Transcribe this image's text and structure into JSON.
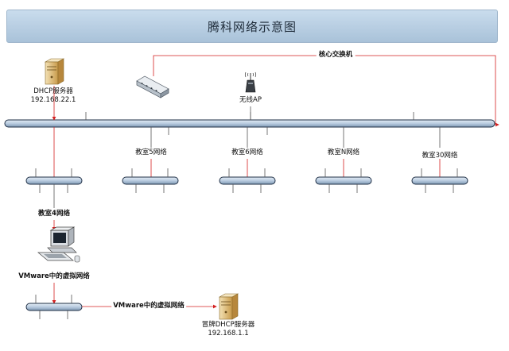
{
  "title": "腾科网络示意图",
  "labels": {
    "dhcp_server": "DHCP服务器",
    "dhcp_ip": "192.168.22.1",
    "wireless_ap": "无线AP",
    "core_switch": "核心交换机",
    "class5": "教室5网络",
    "class6": "教室6网络",
    "classN": "教室N网络",
    "class30": "教室30网络",
    "class4": "教室4网络",
    "vmware_net": "VMware中的虚拟网络",
    "vmware_net_link": "VMware中的虚拟网络",
    "fake_dhcp": "冒牌DHCP服务器",
    "fake_dhcp_ip": "192.168.1.1"
  },
  "colors": {
    "bus_fill": "#b9cce0",
    "bus_stroke": "#1f2f45",
    "arrow": "#d42020",
    "line": "#666666"
  }
}
